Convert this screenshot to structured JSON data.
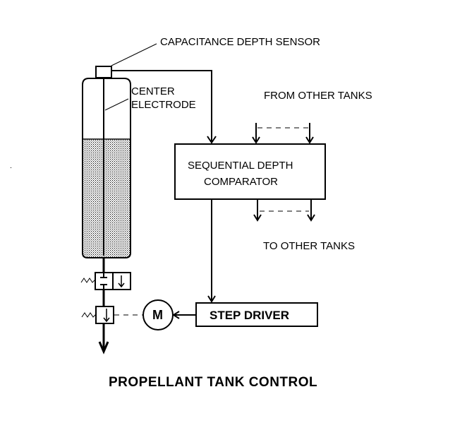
{
  "diagram": {
    "title": "PROPELLANT TANK CONTROL",
    "labels": {
      "sensor": "CAPACITANCE DEPTH SENSOR",
      "electrode_line1": "CENTER",
      "electrode_line2": "ELECTRODE",
      "from_tanks": "FROM OTHER TANKS",
      "to_tanks": "TO OTHER TANKS"
    },
    "blocks": {
      "comparator_line1": "SEQUENTIAL DEPTH",
      "comparator_line2": "COMPARATOR",
      "step_driver": "STEP DRIVER",
      "motor": "M"
    },
    "colors": {
      "ink": "#000000",
      "background": "#ffffff"
    }
  }
}
